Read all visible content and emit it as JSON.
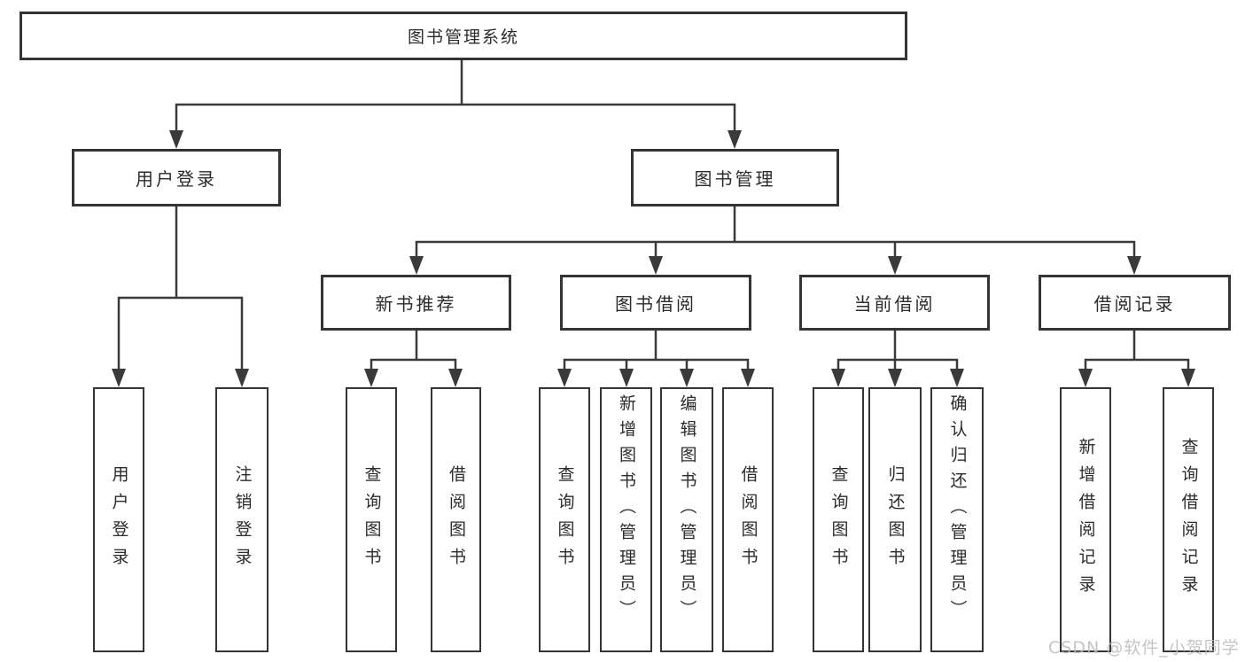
{
  "diagram": {
    "root": {
      "label": "图书管理系统",
      "children": [
        {
          "label": "用户登录",
          "children": [
            {
              "label": "用户登录"
            },
            {
              "label": "注销登录"
            }
          ]
        },
        {
          "label": "图书管理",
          "children": [
            {
              "label": "新书推荐",
              "children": [
                {
                  "label": "查询图书"
                },
                {
                  "label": "借阅图书"
                }
              ]
            },
            {
              "label": "图书借阅",
              "children": [
                {
                  "label": "查询图书"
                },
                {
                  "label": "新增图书（管理员）"
                },
                {
                  "label": "编辑图书（管理员）"
                },
                {
                  "label": "借阅图书"
                }
              ]
            },
            {
              "label": "当前借阅",
              "children": [
                {
                  "label": "查询图书"
                },
                {
                  "label": "归还图书"
                },
                {
                  "label": "确认归还（管理员）"
                }
              ]
            },
            {
              "label": "借阅记录",
              "children": [
                {
                  "label": "新增借阅记录"
                },
                {
                  "label": "查询借阅记录"
                }
              ]
            }
          ]
        }
      ]
    }
  },
  "watermark": "CSDN @软件_小贺同学",
  "colors": {
    "line": "#3a3a3a",
    "border": "#343434",
    "text": "#2b2b2b",
    "watermark": "#bbbbbb",
    "background": "#ffffff"
  }
}
